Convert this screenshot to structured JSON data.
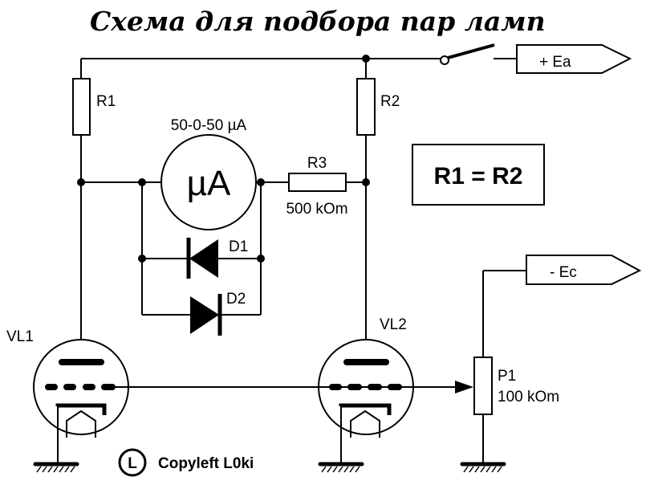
{
  "title": "Схема для подбора пар ламп",
  "colors": {
    "line": "#000000",
    "background": "#ffffff"
  },
  "components": {
    "r1": {
      "label": "R1"
    },
    "r2": {
      "label": "R2"
    },
    "r3": {
      "label": "R3",
      "value": "500 kOm"
    },
    "meter": {
      "symbol": "µA",
      "range": "50-0-50 µA"
    },
    "d1": {
      "label": "D1"
    },
    "d2": {
      "label": "D2"
    },
    "vl1": {
      "label": "VL1"
    },
    "vl2": {
      "label": "VL2"
    },
    "p1": {
      "label": "P1",
      "value": "100 kOm"
    }
  },
  "terminals": {
    "anode_supply": {
      "label": "+ Ea"
    },
    "grid_supply": {
      "label": "- Ec"
    }
  },
  "note": "R1 = R2",
  "copyleft": {
    "symbol": "L",
    "text": "Copyleft L0ki"
  }
}
